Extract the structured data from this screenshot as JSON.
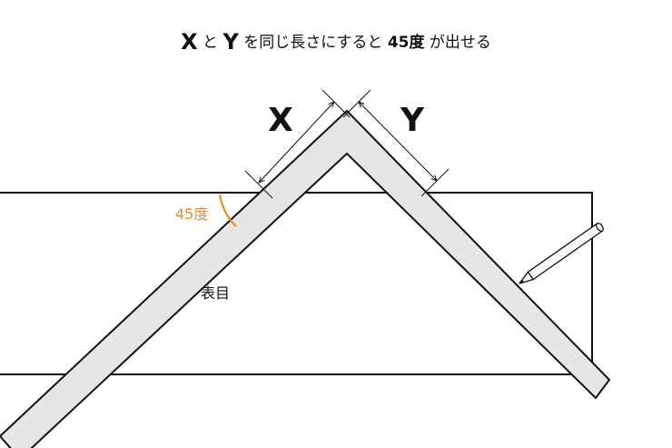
{
  "title": {
    "part1": "X",
    "part2": " と ",
    "part3": "Y",
    "part4": " を同じ長さにすると ",
    "part5": "45度",
    "part6": " が出せる"
  },
  "labels": {
    "x": "X",
    "y": "Y",
    "angle": "45度",
    "face": "表目"
  },
  "colors": {
    "line": "#111111",
    "square_fill": "#e6e6e6",
    "angle": "#f08c1e"
  },
  "icons": {
    "pencil": "pencil-icon"
  }
}
